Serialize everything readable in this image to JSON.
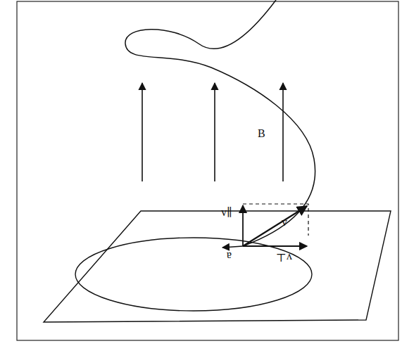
{
  "diagram": {
    "labels": [
      "B",
      "v∥",
      "v",
      "v⊥",
      "a"
    ]
  }
}
